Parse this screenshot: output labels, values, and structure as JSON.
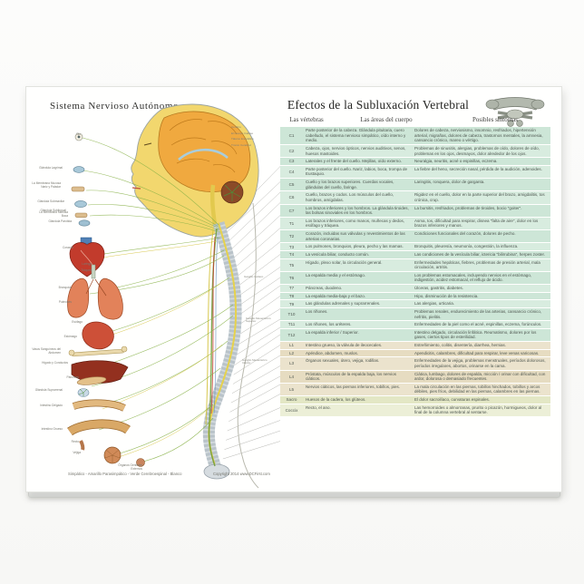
{
  "poster": {
    "left_title": "Sistema Nervioso Autónomo",
    "right_title": "Efectos de la Subluxación Vertebral",
    "footer": {
      "legend": "Simpático - Amarillo   Parasimpático - Verde   Cerebroespinal - Blanco",
      "copyright": "Copyright 2014 www.DCFirst.com"
    },
    "colors": {
      "row_green": "#cde6d7",
      "row_green_alt": "#d8ecdf",
      "row_tan": "#e6dcc1",
      "row_tan_alt": "#ebe3cd",
      "row_sacro": "#e3e7c5",
      "row_coccix": "#ecefd7",
      "nerve_green": "#6f9c3c",
      "nerve_yellow": "#d4c23c"
    },
    "brain_labels": [
      "Cerebro",
      "El Cuerpo Calloso",
      "Tálamo Encefálico",
      "Tronco Cerebral"
    ],
    "spine_labels": [
      "Ganglio Celíaco",
      "Ganglio Mesentérico Superior",
      "Ganglio Mesentérico Inferior"
    ],
    "anatomy_labels": [
      "Ojo",
      "Glándula Lagrimal",
      "La Membrana Mucosa Nariz y Paladar",
      "Glándula Submaxilar",
      "Glándula Sublingual",
      "La Membrana Mucosa Boca",
      "Glándula Parótida",
      "Corazón",
      "Laringe",
      "Tráquea",
      "Bronquios",
      "Pulmones",
      "Esófago",
      "Estómago",
      "Vasos Sanguíneos del Abdomen",
      "Hígado y Conductos",
      "Páncreas",
      "Glándula Suprarrenal",
      "Intestino Delgado",
      "Intestino Grueso",
      "Recto",
      "Vejiga",
      "Órganos Genitales Externos"
    ],
    "table": {
      "columns": [
        "Las vértebras",
        "Las áreas del cuerpo",
        "Posibles síntomas"
      ],
      "rows": [
        {
          "vertebra": "C1",
          "group": "cervical",
          "area": "Parte posterior de la cabeza. Glándula pituitaria, cuero cabelludo, el sistema nervioso simpático, oído interno y medio.",
          "symptoms": "Dolores de cabeza, nerviosismo, insomnio, resfriados, hipertensión arterial, migrañas, dolores de cabeza, trastornos mentales, la amnesia, cansancio crónico, mareo o vértigo."
        },
        {
          "vertebra": "C2",
          "group": "cervical",
          "area": "Cabeza, ojos, nervios ópticos, nervios auditivos, senos, huesos mastoides.",
          "symptoms": "Problemas de sinusitis, alergias, problemas de oído, dolores de oído, problemas en los ojos, desmayos, dolor alrededor de los ojos."
        },
        {
          "vertebra": "C3",
          "group": "cervical",
          "area": "Laterales y el frente del cuello. Mejillas, oído externo.",
          "symptoms": "Neuralgia, neuritis, acné o espinillas, eczema."
        },
        {
          "vertebra": "C4",
          "group": "cervical",
          "area": "Parte posterior del cuello. Nariz, labios, boca, trompa de Eustaquio.",
          "symptoms": "La fiebre del heno, secreción nasal, pérdida de la audición, adenoides."
        },
        {
          "vertebra": "C5",
          "group": "cervical",
          "area": "Cuello y los brazos superiores. Cuerdas vocales, glándulas del cuello, faringe.",
          "symptoms": "Laringitis, ronquera, dolor de garganta."
        },
        {
          "vertebra": "C6",
          "group": "cervical",
          "area": "Cuello, brazos y codos. Los músculos del cuello, hombros, amígdalas.",
          "symptoms": "Rigidez en el cuello, dolor en la parte superior del brazo, amigdalitis, tos crónica, crup."
        },
        {
          "vertebra": "C7",
          "group": "cervical",
          "area": "Los brazos inferiores y los hombros. La glándula tiroides, las bolsas sinoviales en los hombros.",
          "symptoms": "La bursitis, resfriados, problemas de tiroides, bocio \"goiter\"."
        },
        {
          "vertebra": "T1",
          "group": "thoracic",
          "area": "Los brazos inferiores, como manos, muñecas y dedos, esófago y tráquea.",
          "symptoms": "Asma, tos, dificultad para respirar, disnea \"falta de aire\", dolor en los brazos inferiores y manos."
        },
        {
          "vertebra": "T2",
          "group": "thoracic",
          "area": "Corazón, incluidas sus válvulas y revestimientos de las arterias coronarias.",
          "symptoms": "Condiciones funcionales del corazón, dolores de pecho."
        },
        {
          "vertebra": "T3",
          "group": "thoracic",
          "area": "Los pulmones, bronquios, pleura, pecho y las mamas.",
          "symptoms": "Bronquitis, pleuresía, neumonía, congestión, la influenza."
        },
        {
          "vertebra": "T4",
          "group": "thoracic",
          "area": "La vesícula biliar, conducto común.",
          "symptoms": "Las condiciones de la vesícula biliar, ictericia \"bilirrubina\", herpes zoster."
        },
        {
          "vertebra": "T5",
          "group": "thoracic",
          "area": "Hígado, plexo solar, la circulación general.",
          "symptoms": "Enfermedades hepáticas, fiebres, problemas de presión arterial, mala circulación, artritis."
        },
        {
          "vertebra": "T6",
          "group": "thoracic",
          "area": "La espalda media y el estómago.",
          "symptoms": "Los problemas estomacales, incluyendo nervios en el estómago, indigestión, acidez estomacal, el reflujo de ácido."
        },
        {
          "vertebra": "T7",
          "group": "thoracic",
          "area": "Páncreas, duodeno.",
          "symptoms": "Úlceras, gastritis, diabetes."
        },
        {
          "vertebra": "T8",
          "group": "thoracic",
          "area": "La espalda media-baja y el bazo.",
          "symptoms": "Hipo, disminución de la resistencia."
        },
        {
          "vertebra": "T9",
          "group": "thoracic",
          "area": "Las glándulas adrenales y suprarrenales.",
          "symptoms": "Las alergias, urticaria."
        },
        {
          "vertebra": "T10",
          "group": "thoracic",
          "area": "Los riñones.",
          "symptoms": "Problemas renales, endurecimiento de las arterias, cansancio crónico, nefritis, pielitis."
        },
        {
          "vertebra": "T11",
          "group": "thoracic",
          "area": "Los riñones, los uréteres.",
          "symptoms": "Enfermedades de la piel como el acné, espinillas, eczema, forúnculos."
        },
        {
          "vertebra": "T12",
          "group": "thoracic",
          "area": "La espalda inferior / Superior.",
          "symptoms": "Intestino delgado, circulación linfática. Reumatismo, dolores por los gases, ciertos tipos de esterilidad."
        },
        {
          "vertebra": "L1",
          "group": "lumbar",
          "area": "Intestino grueso, la válvula de ileocecales.",
          "symptoms": "Estreñimiento, colitis, disentería, diarrhea, hernias."
        },
        {
          "vertebra": "L2",
          "group": "lumbar",
          "area": "Apéndice, abdomen, muslos.",
          "symptoms": "Apendicitis, calambres, dificultad para respirar, leve venas varicosas."
        },
        {
          "vertebra": "L3",
          "group": "lumbar",
          "area": "Órganos sexuales, útero, vejiga, rodillas.",
          "symptoms": "Enfermedades de la vejiga, problemas menstruales, períodos dolorosos, períodos irregulares, abortos, orinarse en la cama."
        },
        {
          "vertebra": "L4",
          "group": "lumbar",
          "area": "Próstata, músculos de la espalda baja, los nervios ciáticos.",
          "symptoms": "Ciática, lumbago, dolores de espalda, micción / orinar con dificultad, con ardor, dolorosa o demasiado frecuentes."
        },
        {
          "vertebra": "L5",
          "group": "lumbar",
          "area": "Nervios ciáticos, las piernas inferiores, tobillos, pies.",
          "symptoms": "La mala circulación en las piernas, tobillos hinchados, tobillos y arcos débiles, pies fríos, debilidad en las piernas, calambres en las piernas."
        },
        {
          "vertebra": "Sacro",
          "group": "sacro",
          "area": "Huesos de la cadera, los glúteos.",
          "symptoms": "El dolor sacroilíaco, curvaturas espinales."
        },
        {
          "vertebra": "Coccix",
          "group": "coccix",
          "area": "Recto, el ano.",
          "symptoms": "Las hemorroides o almorranas, prurito o picazón, hormigueos, dolor al final de la columna vertebral al sentarse."
        }
      ]
    }
  }
}
